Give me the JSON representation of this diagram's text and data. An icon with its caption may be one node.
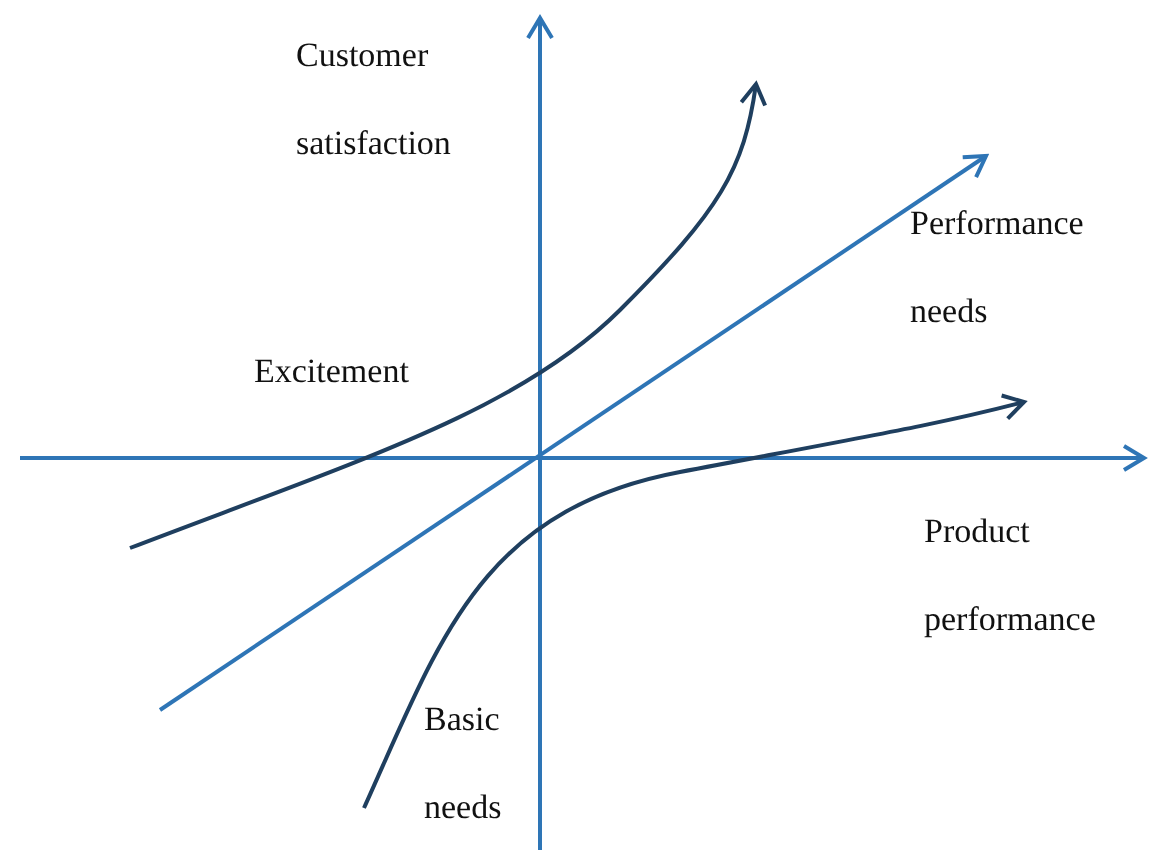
{
  "diagram": {
    "labels": [
      "Customer satisfaction",
      "Performance needs",
      "Excitement",
      "Product performance",
      "Basic needs"
    ]
  }
}
